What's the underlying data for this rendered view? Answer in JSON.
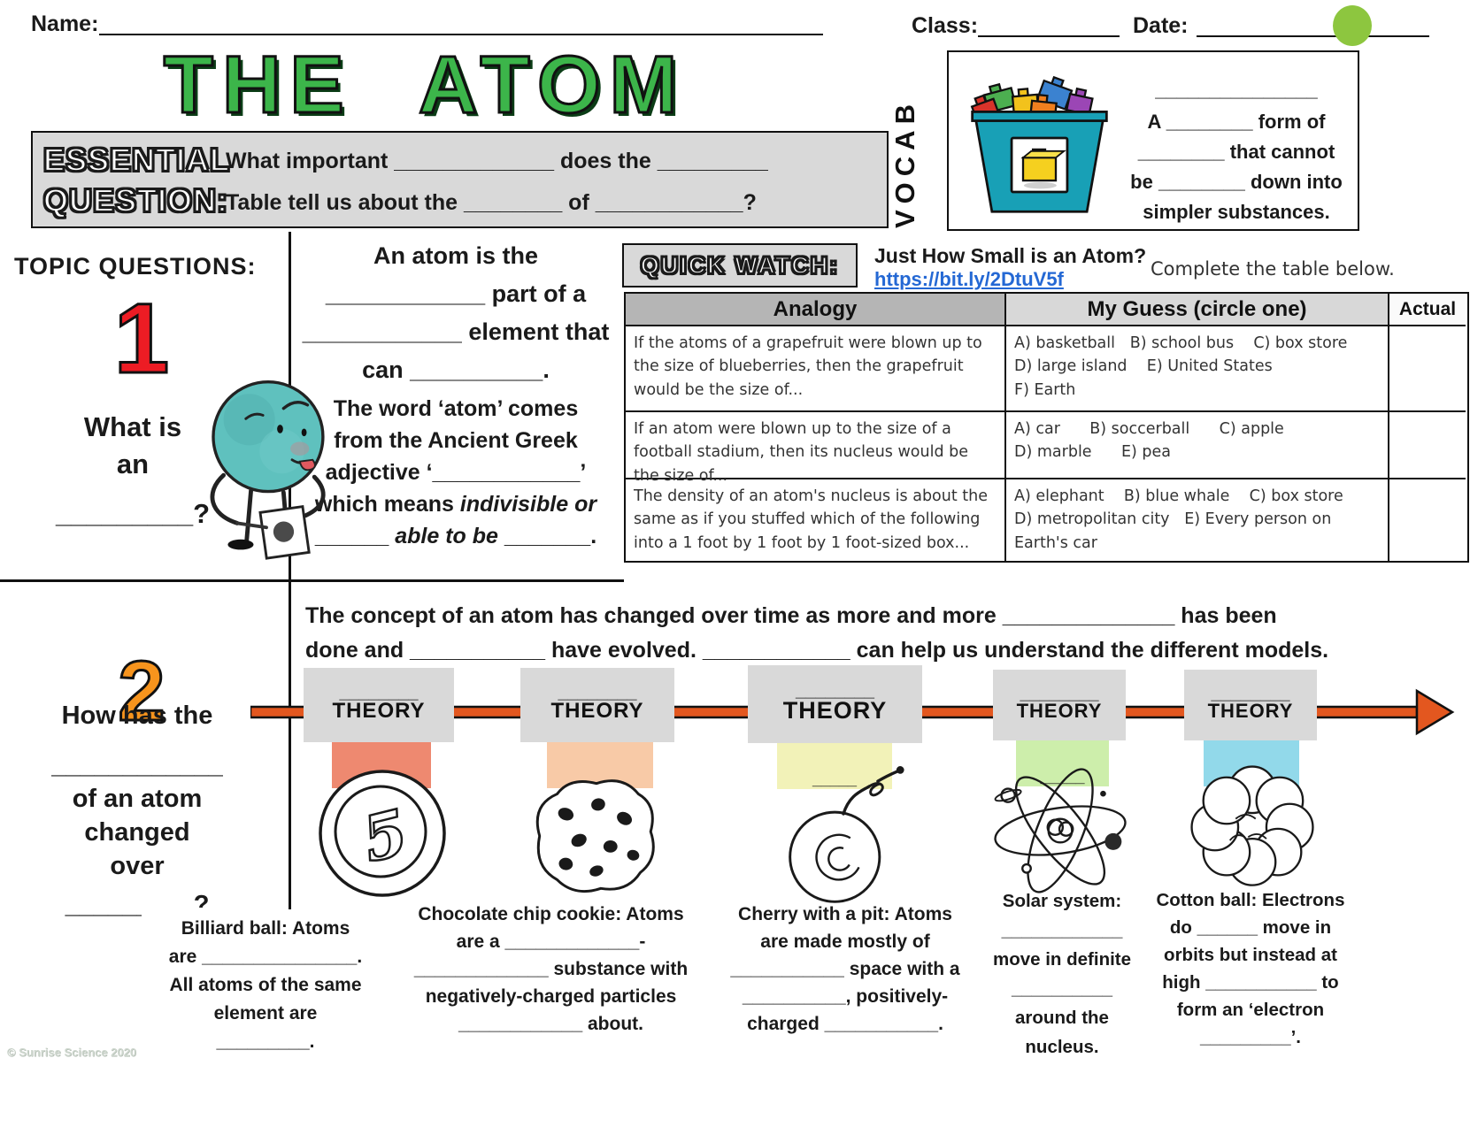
{
  "page": {
    "name_label": "Name:",
    "class_label": "Class:",
    "date_label": "Date:",
    "title": "THE ATOM",
    "copyright": "© Sunrise Science 2020"
  },
  "colors": {
    "title_green": "#3cb54a",
    "number1_red": "#ed1c24",
    "number2_orange": "#f7941d",
    "arrow_orange": "#e3571f",
    "link_blue": "#2468d4",
    "corner_dot_green": "#8dc63f",
    "atom_teal": "#5fc1be",
    "bucket_teal": "#18a0b6",
    "box_gray": "#d9d9d9",
    "header_gray": "#b5b5b5"
  },
  "essential_question": {
    "label_line1": "ESSENTIAL",
    "label_line2": "QUESTION:",
    "line1": "What important _____________ does the _________",
    "line2": "Table tell us about the ________ of ____________?"
  },
  "vocab": {
    "side_label": "VOCAB",
    "icon": "lego-bucket",
    "blank": "_______________",
    "line1": "A ________ form of",
    "line2": "________ that cannot",
    "line3": "be ________ down into",
    "line4": "simpler substances."
  },
  "topic_questions_header": "TOPIC QUESTIONS:",
  "topic1": {
    "number": "1",
    "q_line1": "What is",
    "q_line2": "an",
    "q_line3": "_________?",
    "def_line1": "An atom is the",
    "def_line2": "____________ part of a",
    "def_line3": "____________ element that",
    "def_line4": "can __________.",
    "origin_line1": "The word ‘atom’ comes",
    "origin_line2": "from the Ancient Greek",
    "origin_line3": "adjective ‘____________’",
    "origin_line4_pre": "which means ",
    "origin_line4_italic": "indivisible or",
    "origin_line5_pre": "______ ",
    "origin_line5_italic": "able to be",
    "origin_line5_post": " _______."
  },
  "quick_watch": {
    "label": "QUICK WATCH:",
    "video_title": "Just How Small is an Atom?",
    "video_url": "https://bit.ly/2DtuV5f",
    "instruction": "Complete the table below."
  },
  "analogy_table": {
    "headers": [
      "Analogy",
      "My Guess (circle one)",
      "Actual"
    ],
    "rows": [
      {
        "analogy": "If the atoms of a grapefruit were blown up to the size of blueberries, then the grapefruit would be the size of...",
        "guess": "A) basketball   B) school bus    C) box store\nD) large island    E) United States\nF) Earth",
        "actual": ""
      },
      {
        "analogy": "If an atom were blown up to the size of a football stadium, then its nucleus would be the size of...",
        "guess": "A) car      B) soccerball      C) apple\nD) marble      E) pea",
        "actual": ""
      },
      {
        "analogy": "The density of an atom's nucleus is about the same as if you stuffed which of the following into a 1 foot by 1 foot by 1 foot-sized box...",
        "guess": "A) elephant    B) blue whale    C) box store\nD) metropolitan city   E) Every person on\nEarth's car",
        "actual": ""
      }
    ]
  },
  "topic2": {
    "number": "2",
    "intro_line1": "The concept of an atom has changed over time as more and more ______________ has been",
    "intro_line2": "done and ___________ have evolved.  ____________ can help us understand the different models.",
    "q_line1": "How has the",
    "q_line2": "____________",
    "q_line3": "of an atom",
    "q_line4": "changed",
    "q_line5": "over",
    "q_line6": "_________?"
  },
  "timeline": {
    "theory_blank": "________",
    "theory_label": "THEORY",
    "tab_blank": "_____",
    "models": [
      {
        "id": "billiard-ball",
        "tab_color": "#ee8970",
        "caption": "Billiard ball: Atoms\nare _______________.\nAll atoms of the same\nelement are\n_________."
      },
      {
        "id": "chocolate-chip-cookie",
        "tab_color": "#f8caa7",
        "caption": "Chocolate chip cookie: Atoms\nare a _____________-\n_____________ substance with\nnegatively-charged particles\n____________ about."
      },
      {
        "id": "cherry-with-pit",
        "tab_color": "#f2f2b8",
        "caption": "Cherry with a pit: Atoms\nare made mostly of\n___________ space with a\n__________, positively-\ncharged ___________."
      },
      {
        "id": "solar-system",
        "tab_color": "#cdeeab",
        "caption": "Solar system:\n____________\nmove in definite\n__________\naround the\nnucleus."
      },
      {
        "id": "cotton-ball",
        "tab_color": "#92d9ea",
        "caption": "Cotton ball: Electrons\ndo ______ move in\norbits but instead at\nhigh ___________ to\nform an ‘electron\n_________’."
      }
    ]
  }
}
